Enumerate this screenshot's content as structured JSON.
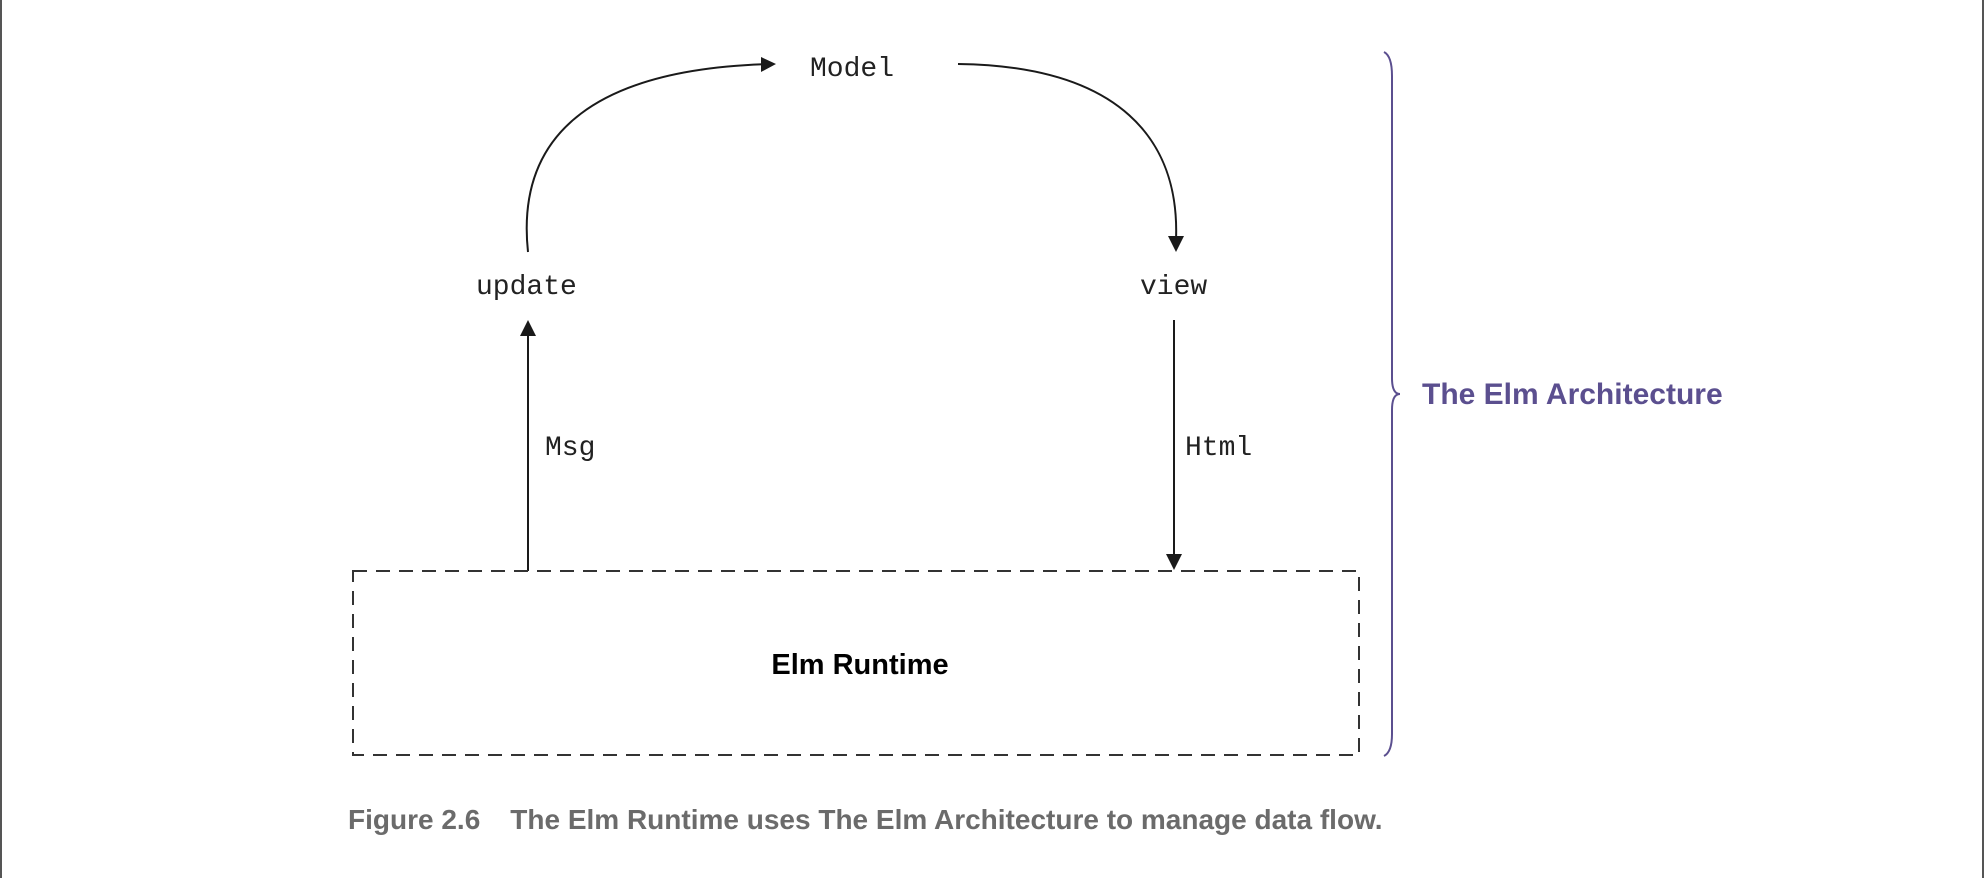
{
  "diagram": {
    "nodes": {
      "model": "Model",
      "update": "update",
      "view": "view"
    },
    "edges": {
      "msg": "Msg",
      "html": "Html"
    },
    "runtime_label": "Elm Runtime",
    "architecture_label": "The Elm Architecture",
    "colors": {
      "line": "#1a1a1a",
      "bracket": "#5b4f8f",
      "architecture_text": "#5b4f8f",
      "caption_text": "#6b6b6b"
    }
  },
  "caption": {
    "figure_number": "Figure 2.6",
    "text": "The Elm Runtime uses The Elm Architecture to manage data flow."
  }
}
